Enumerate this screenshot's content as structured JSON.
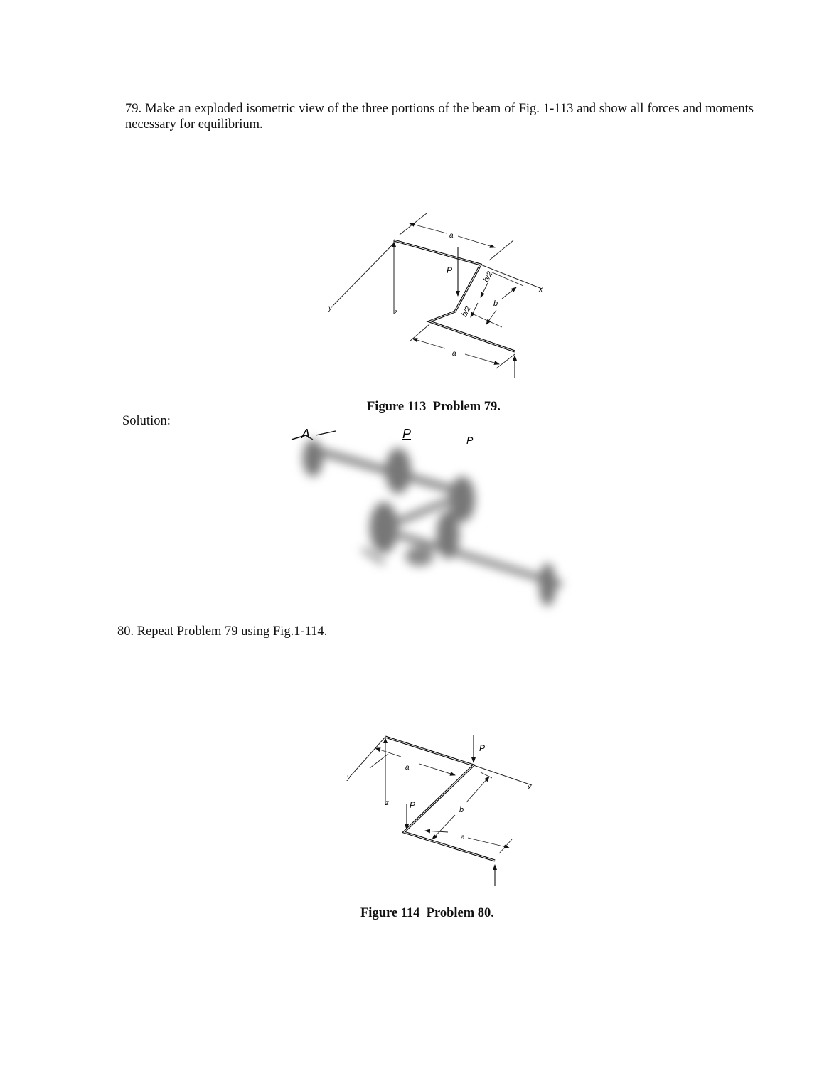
{
  "problem79": {
    "text": "79.  Make an exploded isometric view of the three portions of the beam of Fig. 1-113 and show all forces and moments necessary for equilibrium."
  },
  "figure113": {
    "caption": "Figure 113  Problem 79.",
    "labels": {
      "a_top": "a",
      "a_bottom": "a",
      "b_half_1": "b/2",
      "b_half_2": "b/2",
      "b": "b",
      "P": "P",
      "x": "x",
      "y": "y",
      "z": "z"
    }
  },
  "solution": {
    "label": "Solution:",
    "sketch_labels": {
      "A": "A",
      "P1": "P",
      "P2": "P"
    }
  },
  "problem80": {
    "text": "80.  Repeat Problem 79 using Fig.1-114."
  },
  "figure114": {
    "caption": "Figure 114  Problem 80.",
    "labels": {
      "a_top": "a",
      "a_bottom": "a",
      "b": "b",
      "P1": "P",
      "P2": "P",
      "x": "x",
      "y": "y",
      "z": "z"
    }
  }
}
